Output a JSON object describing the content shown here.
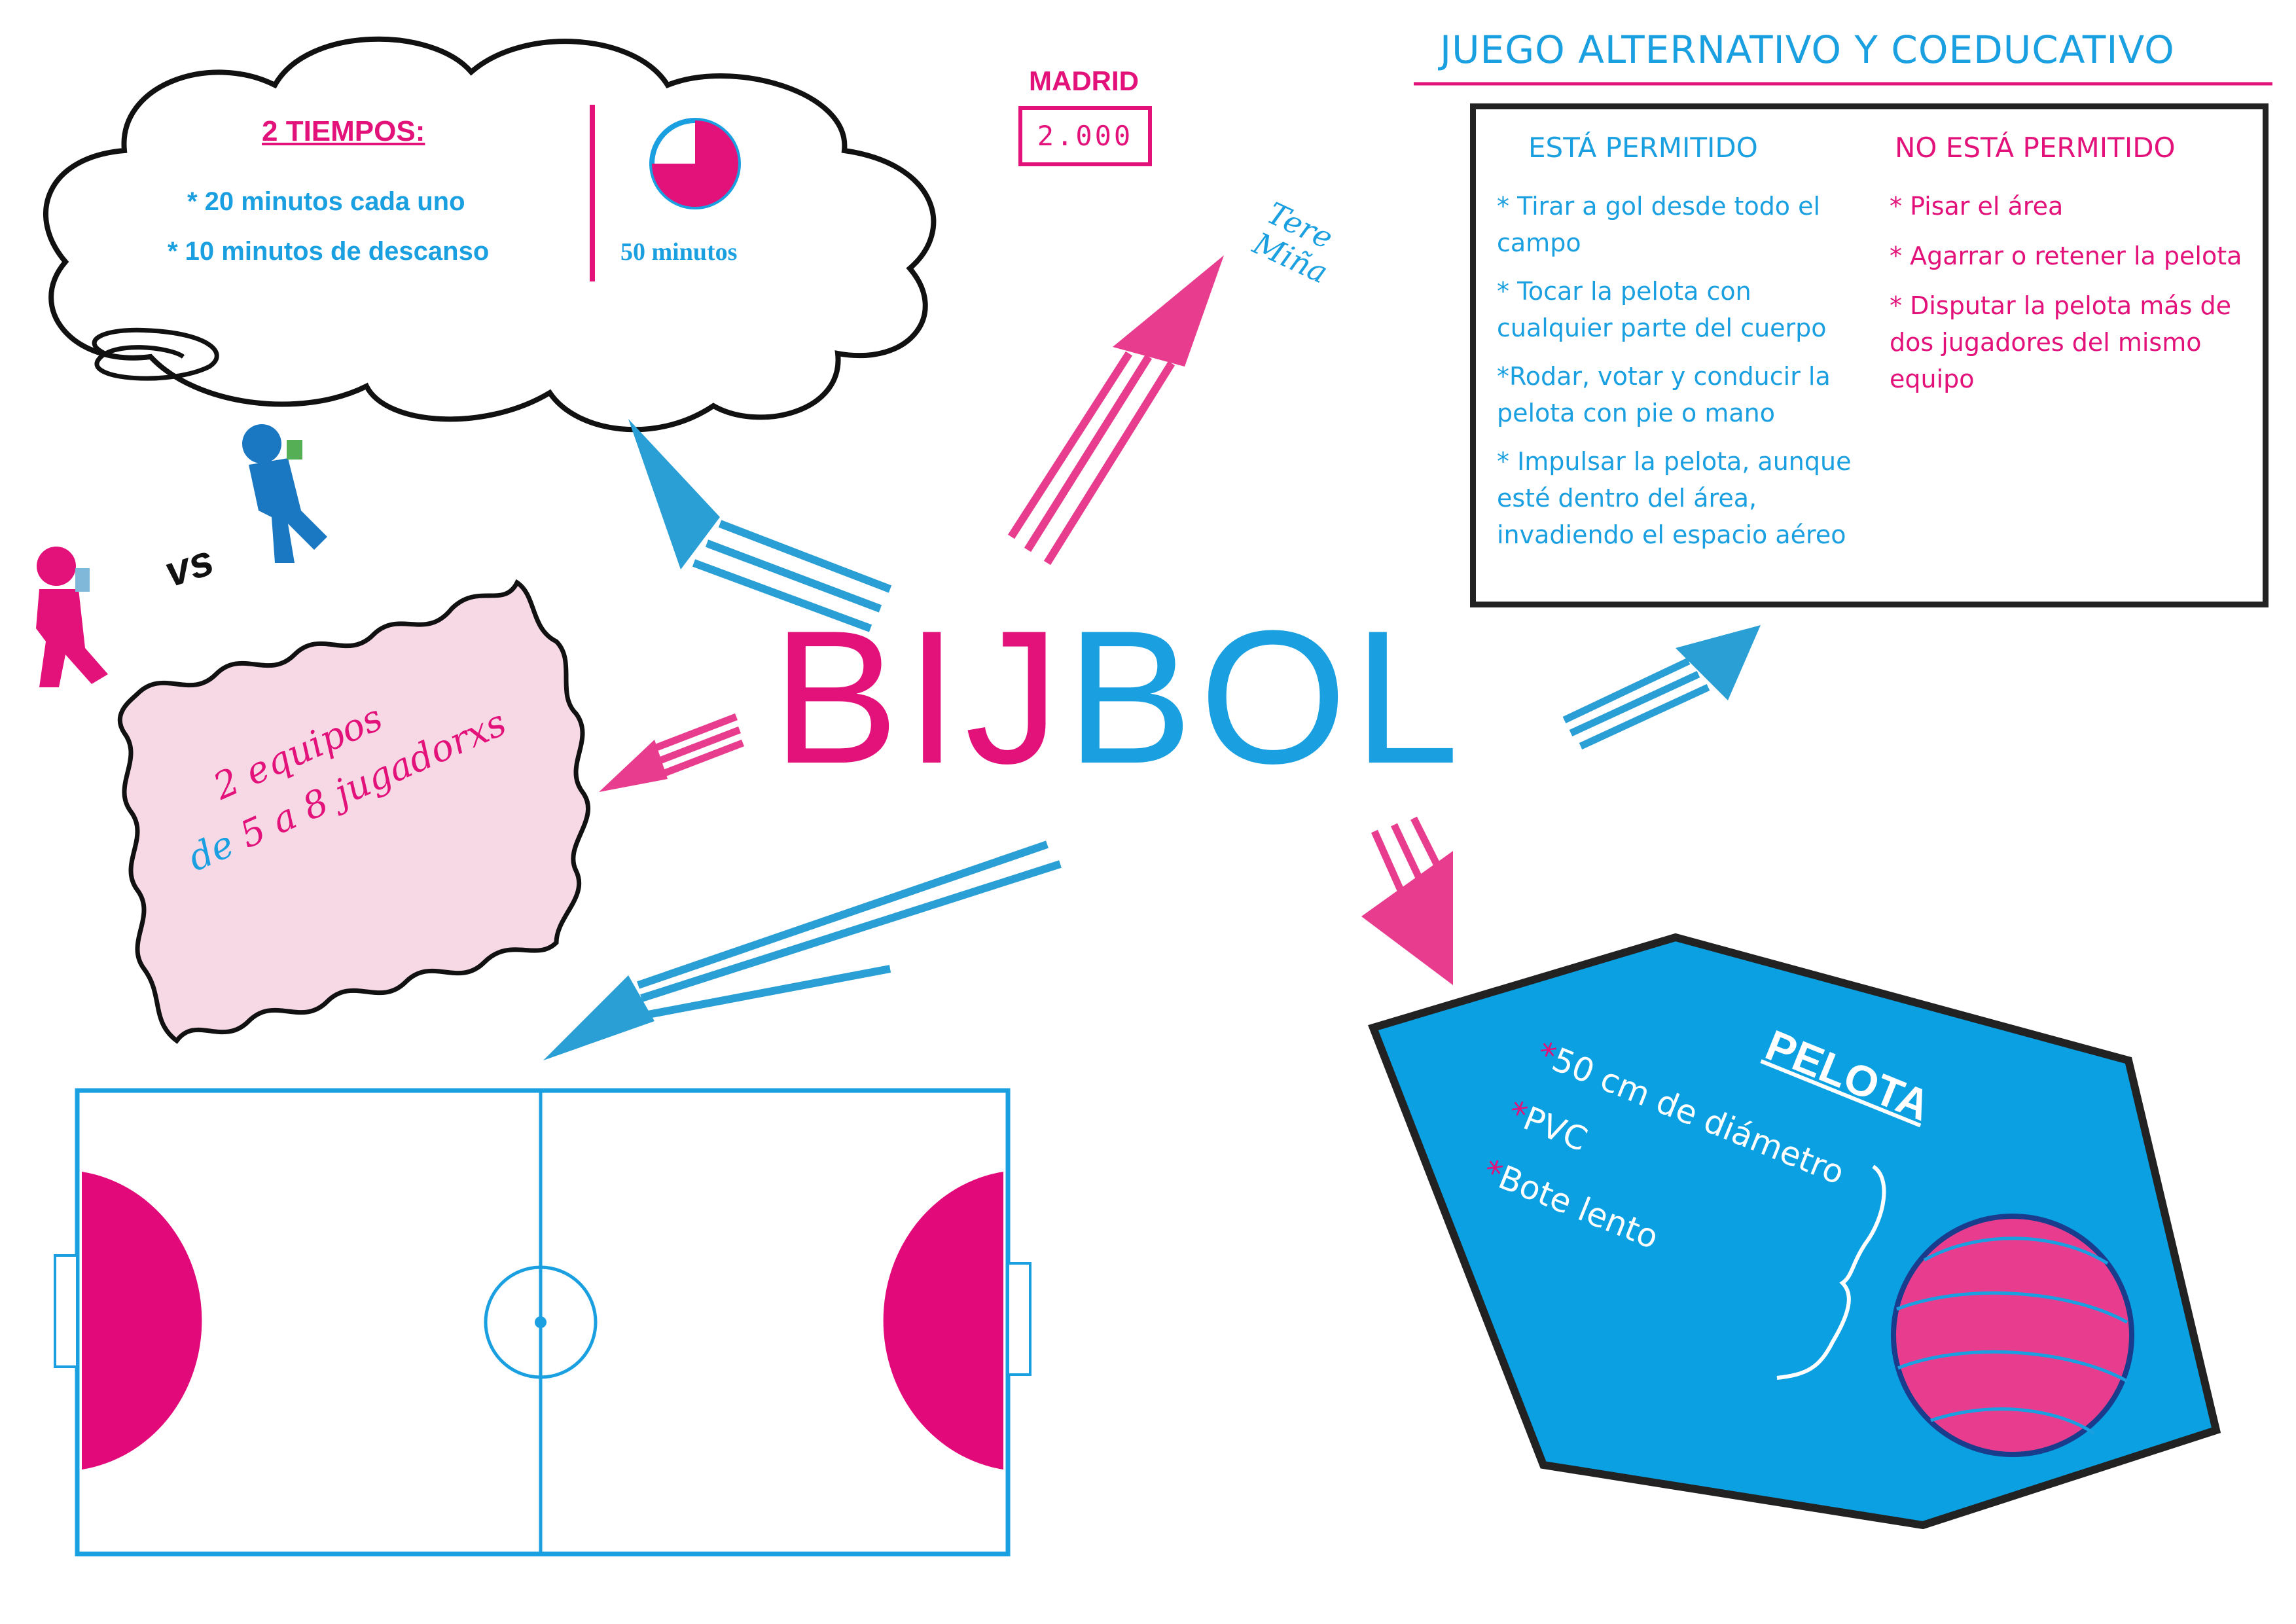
{
  "title": {
    "part1": "BIJ",
    "part2": "BOL"
  },
  "cloud": {
    "heading": "2 TIEMPOS:",
    "line1": "* 20 minutos cada uno",
    "line2": "* 10 minutos de descanso",
    "timer_label": "50 minutos"
  },
  "location": {
    "city": "MADRID",
    "counter": "2.000"
  },
  "author": {
    "line1": "Tere",
    "line2": "Miña"
  },
  "rules": {
    "title": "JUEGO ALTERNATIVO Y COEDUCATIVO",
    "allowed_heading": "ESTÁ PERMITIDO",
    "not_allowed_heading": "NO ESTÁ PERMITIDO",
    "allowed": [
      "* Tirar a gol desde todo el campo",
      "* Tocar la pelota con cualquier parte del cuerpo",
      "*Rodar, votar y conducir la pelota con pie o mano",
      "* Impulsar la pelota, aunque esté dentro del área, invadiendo el espacio aéreo"
    ],
    "not_allowed": [
      "* Pisar el área",
      "* Agarrar o retener la pelota",
      "* Disputar la pelota más de dos jugadores del mismo equipo"
    ]
  },
  "teams": {
    "vs": "vs",
    "line1": "2 equipos",
    "line2a": "de",
    "line2b": "5 a 8 jugadorxs"
  },
  "ball": {
    "heading": "PELOTA",
    "items": [
      "50 cm de diámetro",
      "PVC",
      "Bote lento"
    ]
  },
  "colors": {
    "pink": "#e2127a",
    "blue": "#1aa0e0",
    "light_pink": "#f7d9e6",
    "court_blue": "#1aa0e0"
  },
  "icons": [
    "cloud-shape",
    "clock-icon",
    "arrow-icon",
    "person-pink-icon",
    "person-blue-icon",
    "court-diagram",
    "ball-icon"
  ]
}
